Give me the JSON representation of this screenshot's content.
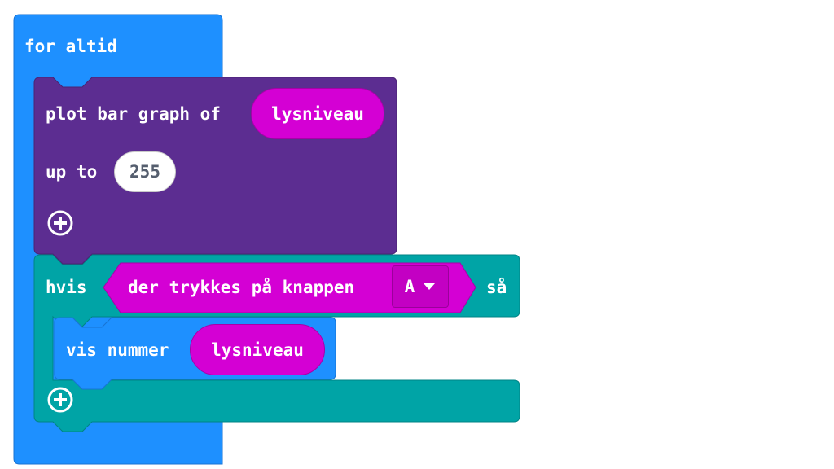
{
  "workspace": {
    "forever_block": {
      "label": "for altid",
      "color": "#1e90ff"
    },
    "bar_graph_block": {
      "label_plot": "plot bar graph of",
      "value_variable": "lysniveau",
      "label_up_to": "up to",
      "max_value": "255",
      "color": "#5c2d91",
      "expand_icon": "plus-circle-icon"
    },
    "if_block": {
      "label_if": "hvis",
      "label_then": "så",
      "color": "#00a4a6",
      "condition": {
        "label": "der trykkes på knappen",
        "button_value": "A",
        "dropdown_icon": "triangle-down-icon",
        "color": "#d400d4"
      },
      "body": {
        "label": "vis nummer",
        "value_variable": "lysniveau",
        "color": "#1e90ff"
      },
      "expand_icon": "plus-circle-icon"
    },
    "variable_color": "#d400d4"
  }
}
